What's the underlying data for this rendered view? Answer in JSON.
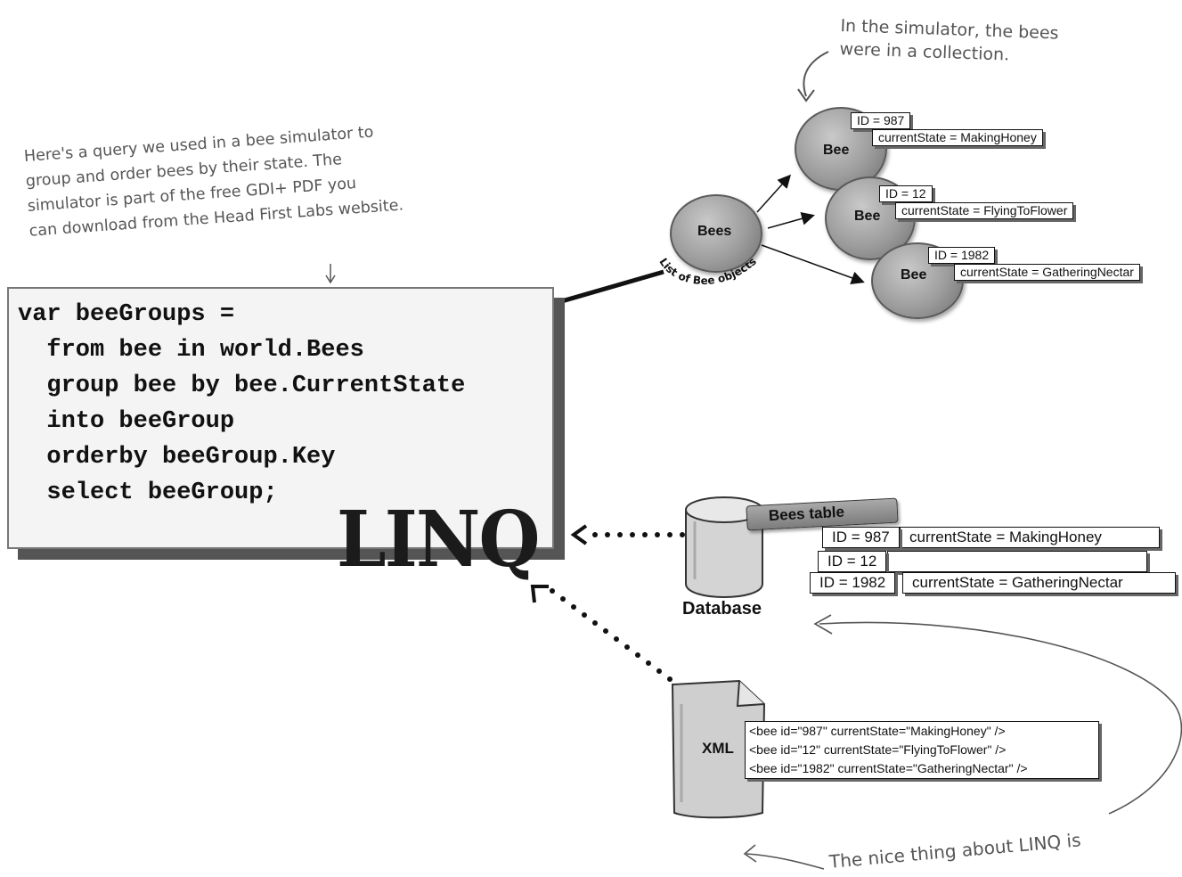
{
  "notes": {
    "collection_line1": "In the simulator, the bees",
    "collection_line2": "were in a collection.",
    "query_line1": "Here's a query we used in a bee simulator to",
    "query_line2": "group and order bees by their state. The",
    "query_line3": "simulator is part of the free GDI+ PDF you",
    "query_line4": "can download from the Head First Labs website.",
    "nice_thing": "The nice thing about LINQ is"
  },
  "collection": {
    "bees_label": "Bees",
    "list_label": "List of Bee objects",
    "items": [
      {
        "name": "Bee",
        "id": "ID = 987",
        "state": "currentState = MakingHoney"
      },
      {
        "name": "Bee",
        "id": "ID = 12",
        "state": "currentState = FlyingToFlower"
      },
      {
        "name": "Bee",
        "id": "ID = 1982",
        "state": "currentState = GatheringNectar"
      }
    ]
  },
  "code": {
    "lines": [
      "var beeGroups =",
      "  from bee in world.Bees",
      "  group bee by bee.CurrentState",
      "  into beeGroup",
      "  orderby beeGroup.Key",
      "  select beeGroup;"
    ]
  },
  "linq_logo": "LINQ",
  "database": {
    "label": "Database",
    "table_tag": "Bees table",
    "rows": [
      {
        "id": "ID = 987",
        "state": "currentState = MakingHoney"
      },
      {
        "id": "ID = 12",
        "state": ""
      },
      {
        "id": "ID = 1982",
        "state": "currentState = GatheringNectar"
      }
    ]
  },
  "xml": {
    "label": "XML",
    "lines": [
      "<bee id=\"987\" currentState=\"MakingHoney\" />",
      "<bee id=\"12\" currentState=\"FlyingToFlower\" />",
      "<bee id=\"1982\" currentState=\"GatheringNectar\" />"
    ]
  },
  "colors": {
    "ink": "#111111",
    "note": "#555555",
    "bee_fill": "#9c9c9c",
    "panel": "#f4f4f4"
  }
}
